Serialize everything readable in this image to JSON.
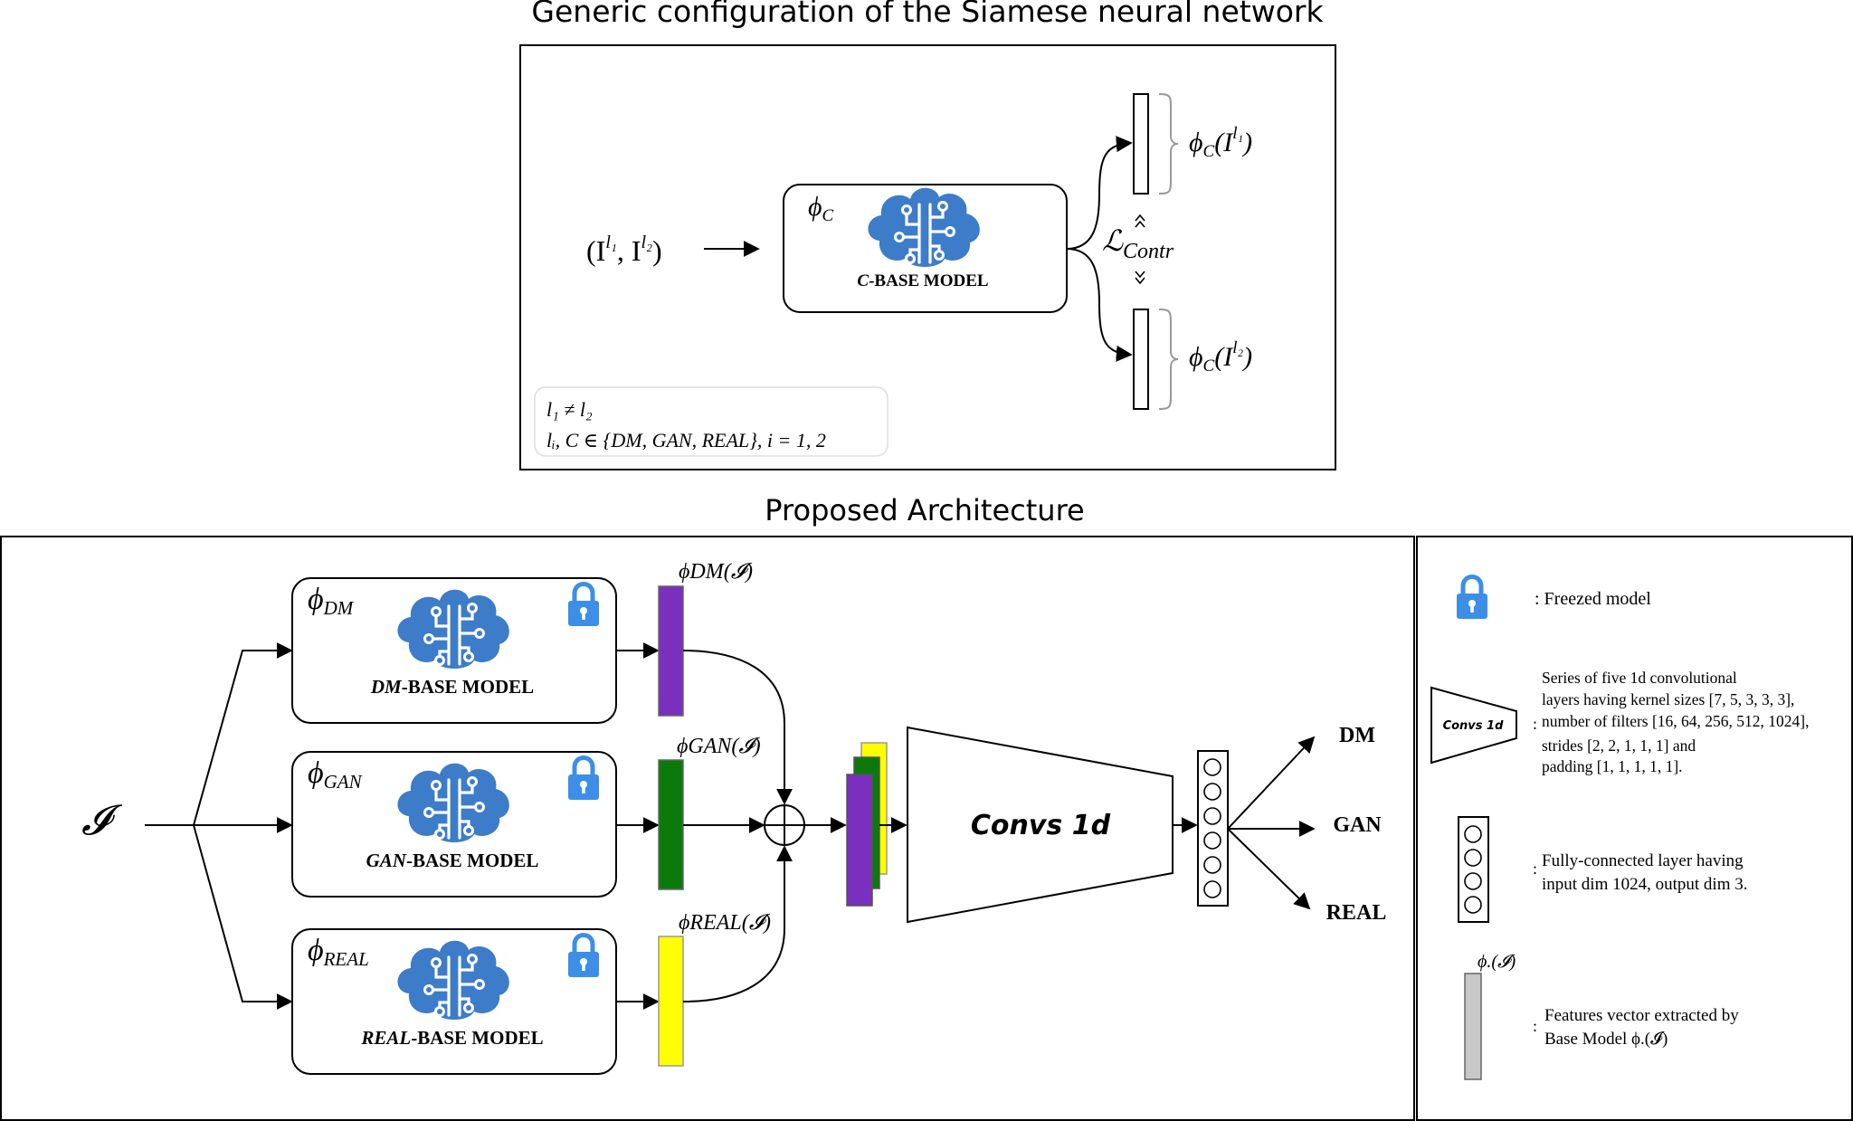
{
  "top": {
    "title": "Generic configuration of the Siamese neural network",
    "input_main": "(I",
    "input_sup1": "l₁",
    "input_mid": ", I",
    "input_sup2": "l₂",
    "input_end": ")",
    "phi_main": "ϕ",
    "phi_sub": "C",
    "model_label_italic": "C",
    "model_label_rest": "-BASE MODEL",
    "loss_main": "ℒ",
    "loss_sub": "Contr",
    "out1_phi": "ϕ",
    "out1_sub": "C",
    "out1_arg_open": "(I",
    "out1_sup": "l₁",
    "out1_close": ")",
    "out2_phi": "ϕ",
    "out2_sub": "C",
    "out2_arg_open": "(I",
    "out2_sup": "l₂",
    "out2_close": ")",
    "cond1": "l₁ ≠ l₂",
    "cond2": "lᵢ, C ∈ {DM, GAN, REAL}, i = 1, 2"
  },
  "bottom": {
    "title": "Proposed Architecture",
    "input_symbol": "𝓘",
    "models": [
      {
        "phi": "ϕ",
        "sub": "DM",
        "label_italic": "DM",
        "label_rest": "-BASE MODEL",
        "feature_label": "ϕDM(𝓘)",
        "feature_color": "#7a2fbe"
      },
      {
        "phi": "ϕ",
        "sub": "GAN",
        "label_italic": "GAN",
        "label_rest": "-BASE MODEL",
        "feature_label": "ϕGAN(𝓘)",
        "feature_color": "#0b7a0b"
      },
      {
        "phi": "ϕ",
        "sub": "REAL",
        "label_italic": "REAL",
        "label_rest": "-BASE MODEL",
        "feature_label": "ϕREAL(𝓘)",
        "feature_color": "#ffff00"
      }
    ],
    "conv_label": "Convs 1d",
    "outputs": [
      "DM",
      "GAN",
      "REAL"
    ]
  },
  "legend": {
    "freeze_text": ": Freezed model",
    "conv_icon_label": "Convs 1d",
    "conv_lines": [
      "Series of five 1d convolutional",
      "layers having kernel sizes [7, 5, 3, 3, 3],",
      "number of filters [16, 64, 256, 512, 1024],",
      "strides [2, 2, 1, 1, 1] and",
      "padding [1, 1, 1, 1, 1]."
    ],
    "fc_lines": [
      "Fully-connected layer having",
      "input dim 1024, output dim 3."
    ],
    "feat_label": "ϕ.(𝓘)",
    "feat_lines": [
      "Features vector extracted by",
      "Base Model ϕ.(𝓘)"
    ]
  },
  "colors": {
    "brain": "#3d7cc9",
    "lock": "#3d8ee6",
    "feature_gray": "#c8c8c8",
    "purple": "#7a2fbe",
    "green": "#0b7a0b",
    "yellow": "#ffff00"
  }
}
